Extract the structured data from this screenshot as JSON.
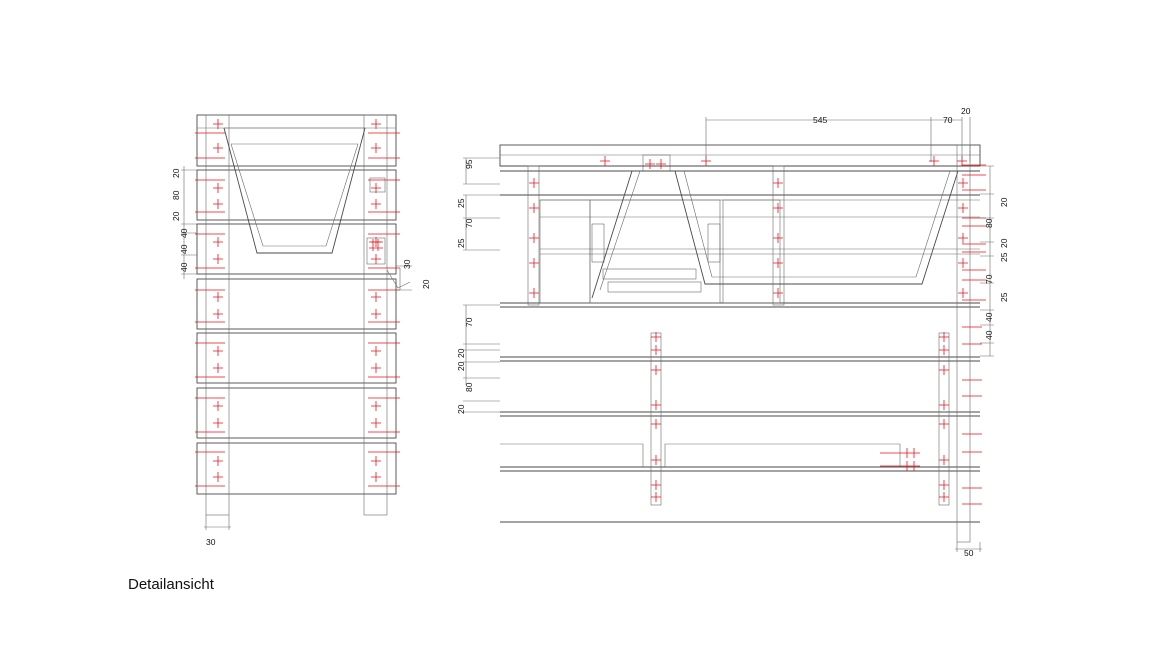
{
  "caption": "Detailansicht",
  "colors": {
    "line": "#4a4a4a",
    "marker": "#e8151b",
    "text": "#111111"
  },
  "left_view": {
    "dimensions": [
      "20",
      "80",
      "20",
      "40",
      "40",
      "40",
      "30",
      "20",
      "30"
    ]
  },
  "right_view": {
    "dimensions": [
      "545",
      "70",
      "20",
      "95",
      "25",
      "70",
      "25",
      "70",
      "20",
      "20",
      "80",
      "20",
      "20",
      "80",
      "20",
      "25",
      "70",
      "25",
      "40",
      "40",
      "50"
    ]
  }
}
